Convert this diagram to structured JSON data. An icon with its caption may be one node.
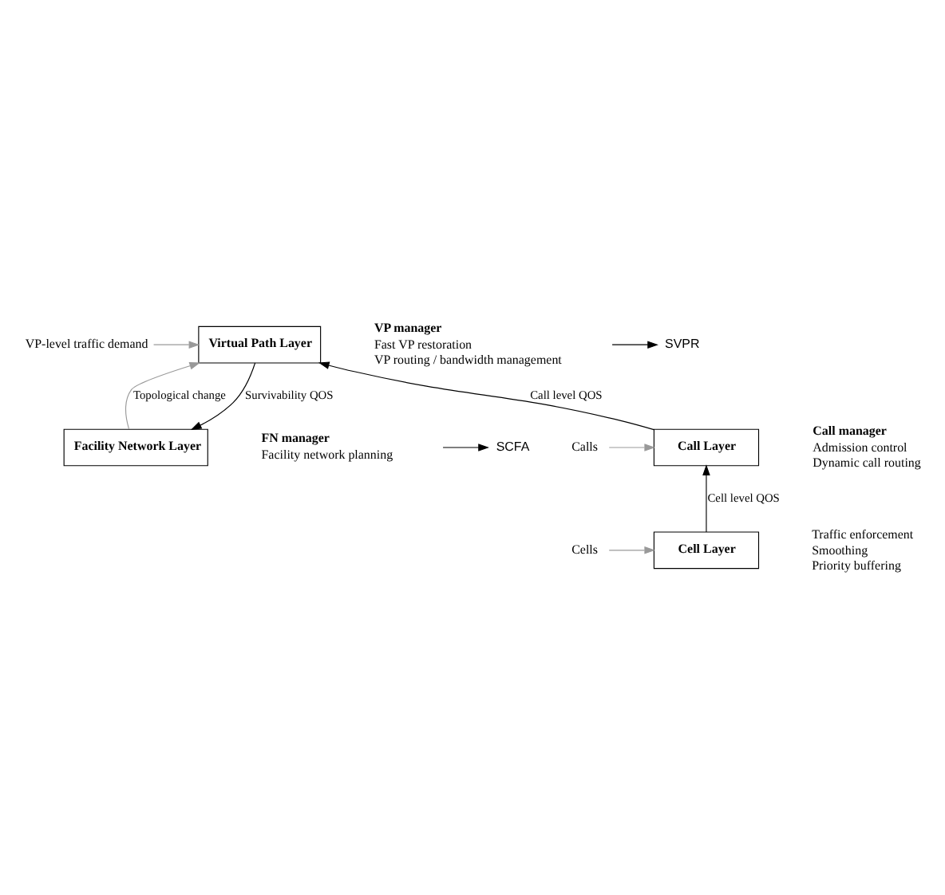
{
  "diagram": {
    "nodes": [
      {
        "text": [
          "Facility Network Layer"
        ],
        "beside": [
          "FN manager",
          "Facility network planning"
        ]
      },
      {
        "text": [
          "Virtual Path Layer"
        ],
        "beside": [
          "VP manager",
          "Fast VP restoration",
          "VP routing / bandwidth management"
        ]
      },
      {
        "text": [
          "Call Layer"
        ],
        "beside": [
          "Call manager",
          "Admission control",
          "Dynamic call routing"
        ]
      },
      {
        "text": [
          "Cell Layer"
        ],
        "beside": [
          "Traffic enforcement",
          "Smoothing",
          "Priority buffering"
        ]
      },
      {
        "text": [
          "VP-level traffic demand"
        ]
      },
      {
        "text": [
          "Calls"
        ]
      },
      {
        "text": [
          "Cells"
        ]
      },
      {
        "text": [
          "SCFA"
        ]
      },
      {
        "text": [
          "SVPR"
        ]
      }
    ],
    "edges": [
      {
        "from": 1,
        "to": 0,
        "arrow": "to",
        "label": "Survivability QOS"
      },
      {
        "from": 0,
        "to": 1,
        "arrow": "to",
        "label": "Topological change",
        "color": "#999999"
      },
      {
        "from": 2,
        "to": 1,
        "arrow": "to",
        "label": "Call level QOS"
      },
      {
        "from": 3,
        "to": 2,
        "arrow": "to",
        "label": "Cell level QOS"
      },
      {
        "from": 4,
        "to": 1,
        "arrow": "to",
        "color": "#999999"
      },
      {
        "from": 5,
        "to": 2,
        "arrow": "to",
        "color": "#999999"
      },
      {
        "from": 6,
        "to": 3,
        "arrow": "to",
        "color": "#999999"
      },
      {
        "from": null,
        "to": 7,
        "arrow": "to"
      },
      {
        "from": null,
        "to": 8,
        "arrow": "to"
      }
    ]
  }
}
